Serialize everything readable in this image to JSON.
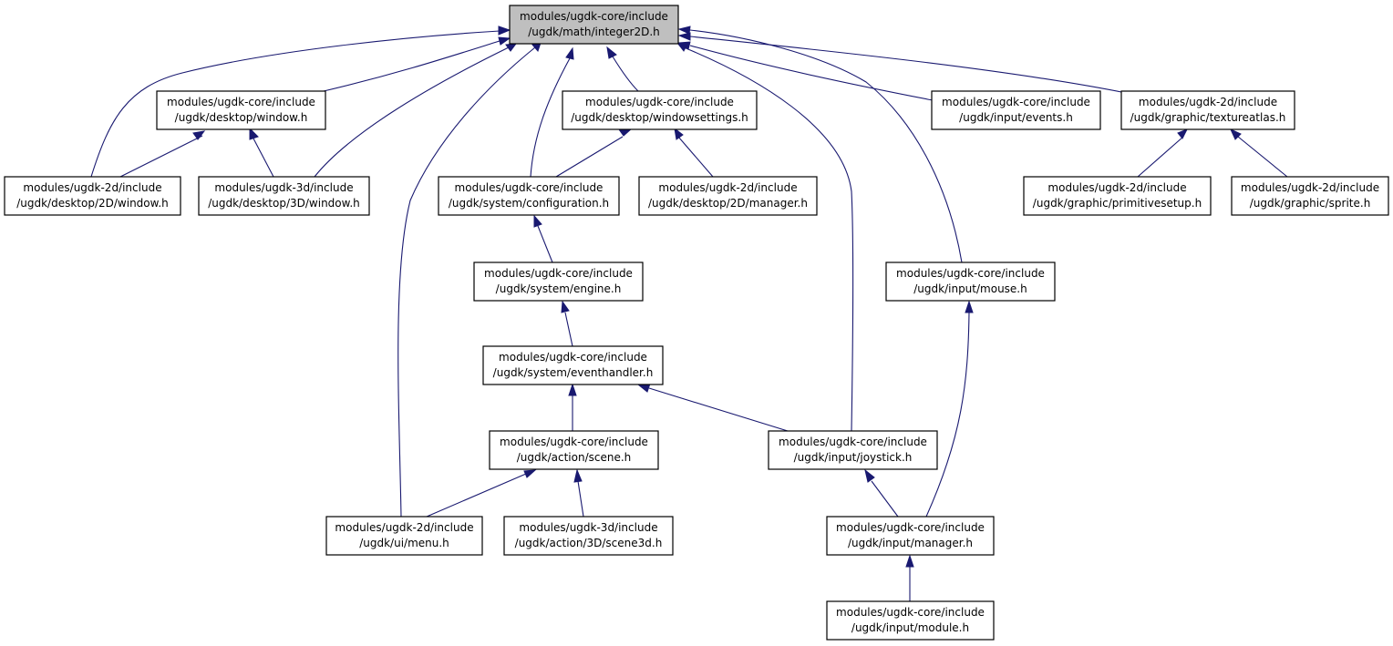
{
  "colors": {
    "edge": "#191970",
    "root_fill": "#bfbfbf",
    "node_fill": "#ffffff",
    "border": "#000000"
  },
  "nodes": [
    {
      "id": "n0",
      "line1": "modules/ugdk-core/include",
      "line2": "/ugdk/math/integer2D.h"
    },
    {
      "id": "n1",
      "line1": "modules/ugdk-core/include",
      "line2": "/ugdk/desktop/window.h"
    },
    {
      "id": "n2",
      "line1": "modules/ugdk-core/include",
      "line2": "/ugdk/desktop/windowsettings.h"
    },
    {
      "id": "n3",
      "line1": "modules/ugdk-core/include",
      "line2": "/ugdk/input/events.h"
    },
    {
      "id": "n4",
      "line1": "modules/ugdk-2d/include",
      "line2": "/ugdk/graphic/textureatlas.h"
    },
    {
      "id": "n5",
      "line1": "modules/ugdk-2d/include",
      "line2": "/ugdk/desktop/2D/window.h"
    },
    {
      "id": "n6",
      "line1": "modules/ugdk-3d/include",
      "line2": "/ugdk/desktop/3D/window.h"
    },
    {
      "id": "n7",
      "line1": "modules/ugdk-core/include",
      "line2": "/ugdk/system/configuration.h"
    },
    {
      "id": "n8",
      "line1": "modules/ugdk-2d/include",
      "line2": "/ugdk/desktop/2D/manager.h"
    },
    {
      "id": "n9",
      "line1": "modules/ugdk-2d/include",
      "line2": "/ugdk/graphic/primitivesetup.h"
    },
    {
      "id": "n10",
      "line1": "modules/ugdk-2d/include",
      "line2": "/ugdk/graphic/sprite.h"
    },
    {
      "id": "n11",
      "line1": "modules/ugdk-core/include",
      "line2": "/ugdk/system/engine.h"
    },
    {
      "id": "n12",
      "line1": "modules/ugdk-core/include",
      "line2": "/ugdk/input/mouse.h"
    },
    {
      "id": "n13",
      "line1": "modules/ugdk-core/include",
      "line2": "/ugdk/system/eventhandler.h"
    },
    {
      "id": "n14",
      "line1": "modules/ugdk-core/include",
      "line2": "/ugdk/action/scene.h"
    },
    {
      "id": "n15",
      "line1": "modules/ugdk-core/include",
      "line2": "/ugdk/input/joystick.h"
    },
    {
      "id": "n16",
      "line1": "modules/ugdk-2d/include",
      "line2": "/ugdk/ui/menu.h"
    },
    {
      "id": "n17",
      "line1": "modules/ugdk-3d/include",
      "line2": "/ugdk/action/3D/scene3d.h"
    },
    {
      "id": "n18",
      "line1": "modules/ugdk-core/include",
      "line2": "/ugdk/input/manager.h"
    },
    {
      "id": "n19",
      "line1": "modules/ugdk-core/include",
      "line2": "/ugdk/input/module.h"
    }
  ]
}
